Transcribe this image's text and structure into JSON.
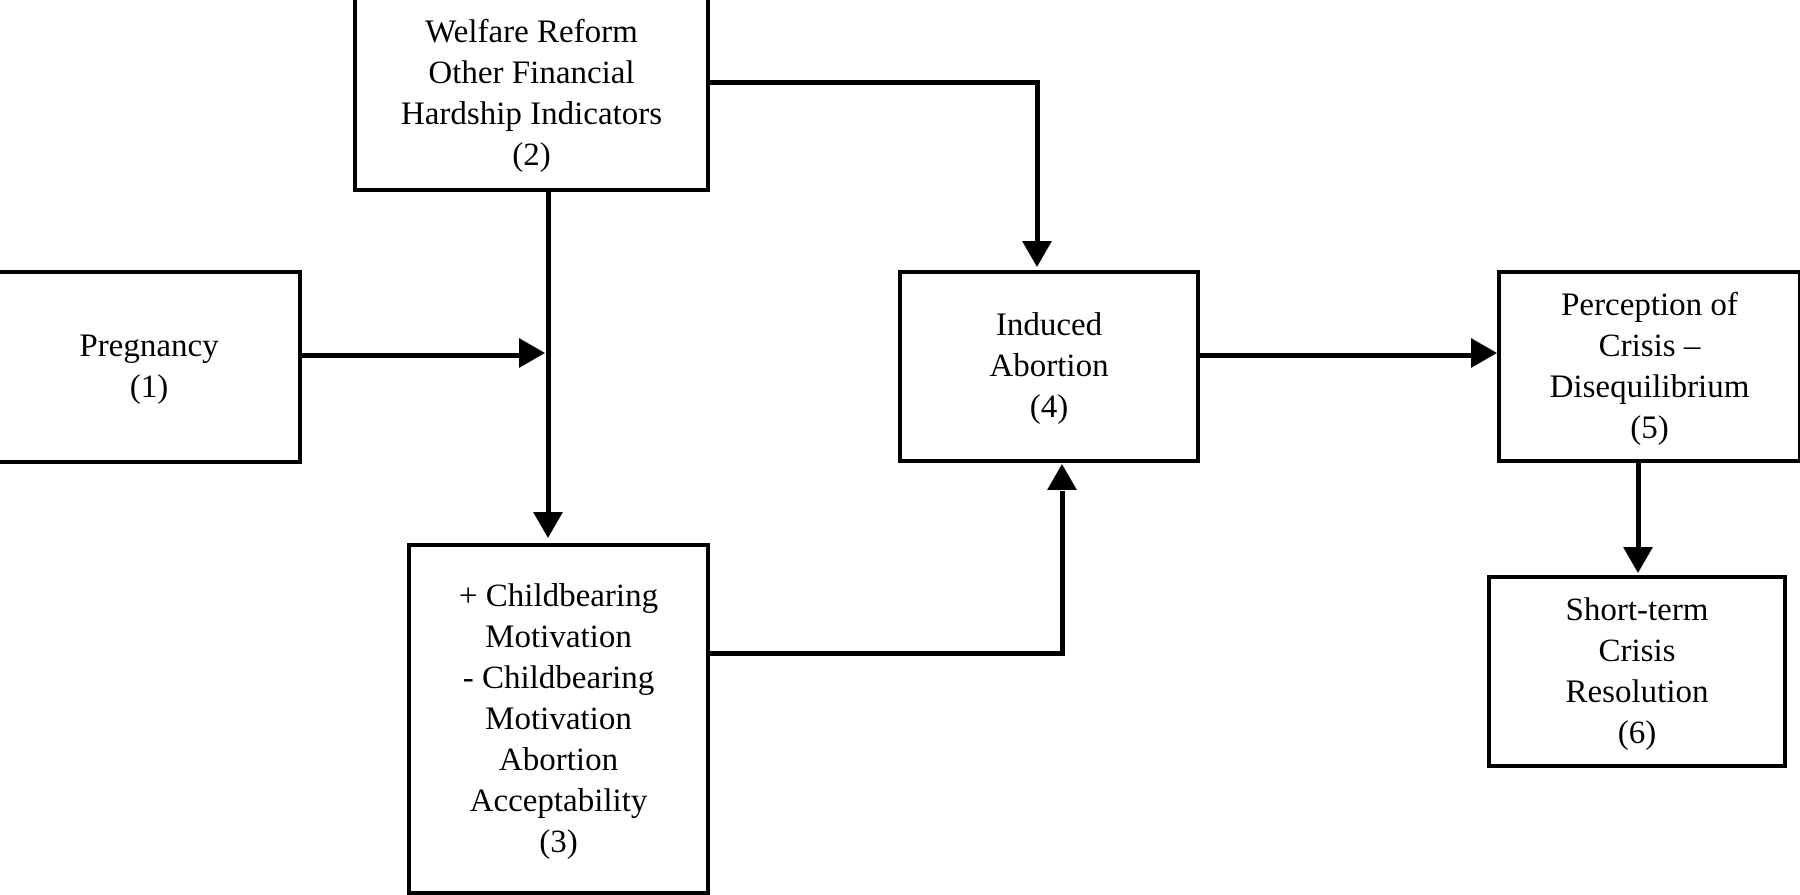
{
  "diagram": {
    "type": "flowchart",
    "title": "",
    "background_color": "#ffffff",
    "stroke_color": "#000000",
    "nodes": [
      {
        "id": "1",
        "name": "pregnancy",
        "number": "(1)",
        "lines": [
          "Pregnancy",
          "(1)"
        ]
      },
      {
        "id": "2",
        "name": "welfare-reform",
        "number": "(2)",
        "lines": [
          "Welfare Reform",
          "Other Financial",
          "Hardship Indicators",
          "(2)"
        ]
      },
      {
        "id": "3",
        "name": "childbearing-motivation",
        "number": "(3)",
        "lines": [
          "+ Childbearing",
          "Motivation",
          "- Childbearing",
          "Motivation",
          "Abortion",
          "Acceptability",
          "(3)"
        ]
      },
      {
        "id": "4",
        "name": "induced-abortion",
        "number": "(4)",
        "lines": [
          "Induced",
          "Abortion",
          "(4)"
        ]
      },
      {
        "id": "5",
        "name": "perception-of-crisis",
        "number": "(5)",
        "lines": [
          "Perception of",
          "Crisis –",
          "Disequilibrium",
          "(5)"
        ]
      },
      {
        "id": "6",
        "name": "short-term-crisis-resolution",
        "number": "(6)",
        "lines": [
          "Short-term",
          "Crisis",
          "Resolution",
          "(6)"
        ]
      }
    ],
    "edges": [
      {
        "from": "1",
        "to": "3",
        "label": "",
        "arrow": "right"
      },
      {
        "from": "2",
        "to": "4",
        "label": "",
        "arrow": "down"
      },
      {
        "from": "2",
        "to": "3",
        "label": "",
        "arrow": "down"
      },
      {
        "from": "3",
        "to": "4",
        "label": "",
        "arrow": "up"
      },
      {
        "from": "4",
        "to": "5",
        "label": "",
        "arrow": "right"
      },
      {
        "from": "5",
        "to": "6",
        "label": "",
        "arrow": "down"
      }
    ]
  }
}
